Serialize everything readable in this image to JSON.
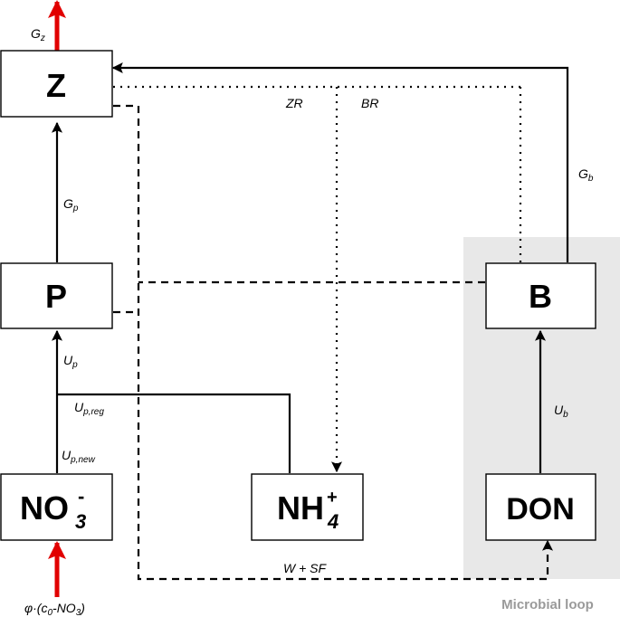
{
  "colors": {
    "microbial_loop_bg": "#e8e8e8",
    "external_flux": "#e10000",
    "line": "#000000"
  },
  "boxes": {
    "z": "Z",
    "p": "P",
    "b": "B",
    "no3": {
      "main": "NO",
      "sup": "-",
      "sub": "3"
    },
    "nh4": {
      "main": "NH",
      "sup": "+",
      "sub": "4"
    },
    "don": "DON"
  },
  "region_label": "Microbial loop",
  "labels": {
    "gz": {
      "main": "G",
      "sub": "z"
    },
    "gp": {
      "main": "G",
      "sub": "p"
    },
    "gb": {
      "main": "G",
      "sub": "b"
    },
    "up": {
      "main": "U",
      "sub": "p"
    },
    "up_reg": {
      "main": "U",
      "sub": "p,reg"
    },
    "up_new": {
      "main": "U",
      "sub": "p,new"
    },
    "ub": {
      "main": "U",
      "sub": "b"
    },
    "zr": "ZR",
    "br": "BR",
    "wsf": "W + SF",
    "input": {
      "pre": "φ·(c",
      "sub1": "0",
      "mid": "-NO",
      "sub2": "3",
      "post": ")"
    }
  }
}
